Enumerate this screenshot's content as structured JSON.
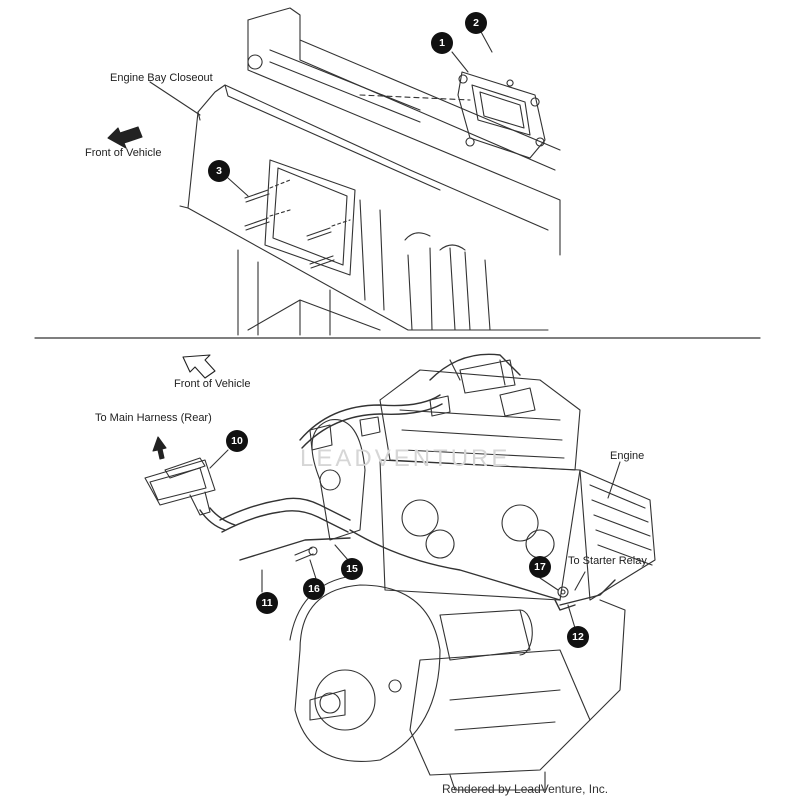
{
  "top_panel": {
    "labels": {
      "closeout": "Engine Bay Closeout",
      "front": "Front of Vehicle"
    },
    "callouts": [
      "1",
      "2",
      "3"
    ]
  },
  "bottom_panel": {
    "labels": {
      "front": "Front of Vehicle",
      "main_harness": "To Main Harness (Rear)",
      "engine": "Engine",
      "starter_relay": "To Starter Relay"
    },
    "callouts": [
      "10",
      "11",
      "12",
      "15",
      "16",
      "17"
    ]
  },
  "watermark": "LEADVENTURE",
  "credit": "Rendered by LeadVenture, Inc."
}
